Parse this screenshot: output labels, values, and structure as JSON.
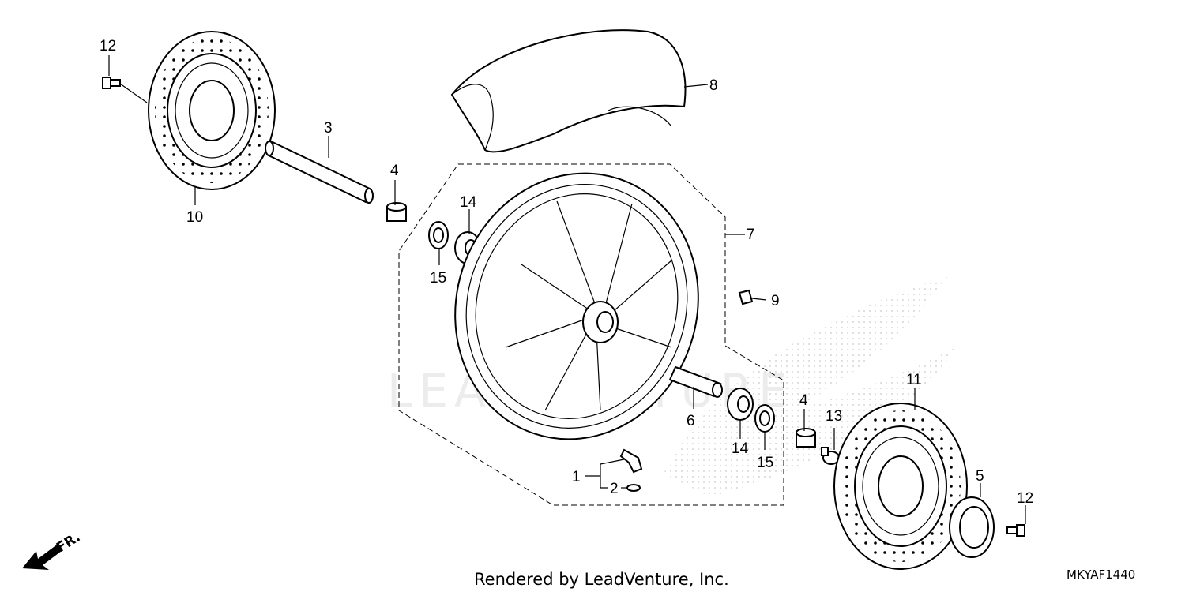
{
  "labels": {
    "p1": "1",
    "p2": "2",
    "p3": "3",
    "p4a": "4",
    "p4b": "4",
    "p5": "5",
    "p6": "6",
    "p7": "7",
    "p8": "8",
    "p9": "9",
    "p10": "10",
    "p11": "11",
    "p12a": "12",
    "p12b": "12",
    "p13": "13",
    "p14a": "14",
    "p14b": "14",
    "p15a": "15",
    "p15b": "15"
  },
  "footer": {
    "rendered_by": "Rendered by LeadVenture, Inc.",
    "diagram_code": "MKYAF1440"
  },
  "direction": {
    "label": "FR."
  },
  "watermark": {
    "text": "LEADVENTURE"
  },
  "colors": {
    "line": "#000000",
    "background": "#ffffff",
    "watermark": "#ececec"
  }
}
